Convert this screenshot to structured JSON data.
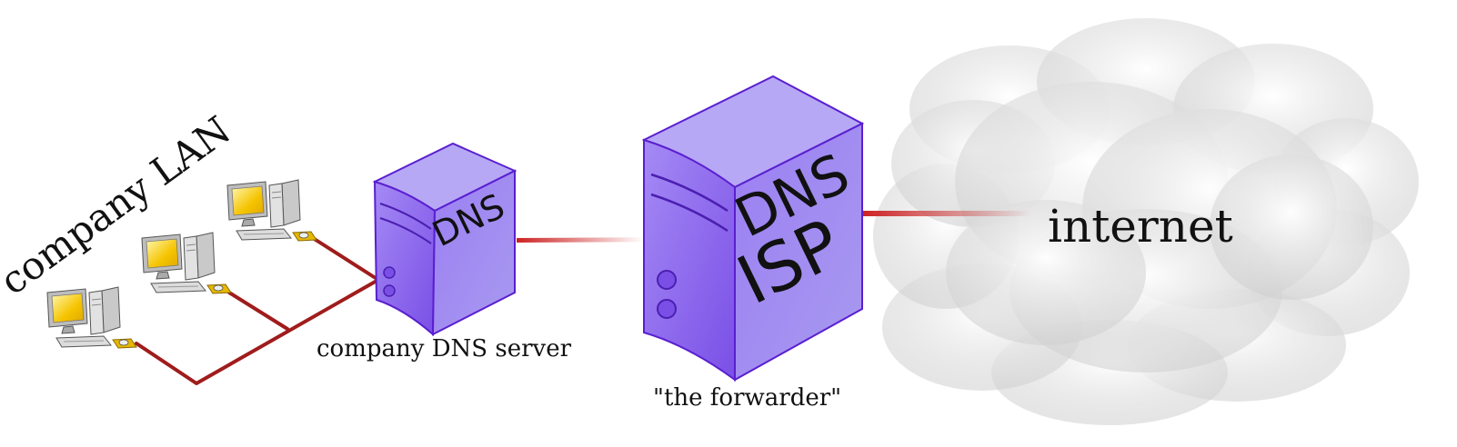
{
  "labels": {
    "company_lan": "company LAN",
    "company_dns_server": "company DNS server",
    "forwarder": "\"the forwarder\"",
    "internet": "internet"
  },
  "servers": {
    "company": {
      "face_text": "DNS"
    },
    "isp": {
      "face_text_line1": "DNS",
      "face_text_line2": "ISP"
    }
  },
  "colors": {
    "cable": "#a01c1c",
    "server_front": "#8f6cf0",
    "server_side": "#7b52e8",
    "server_top": "#b3a4f5",
    "server_edge": "#5a1fd0",
    "monitor_screen": "#f5c400",
    "computer_case": "#d4d4d4",
    "cloud": "#e6e6e6"
  },
  "icons": {
    "workstation": "desktop-computer-icon",
    "server": "server-tower-icon",
    "cloud": "cloud-icon"
  }
}
